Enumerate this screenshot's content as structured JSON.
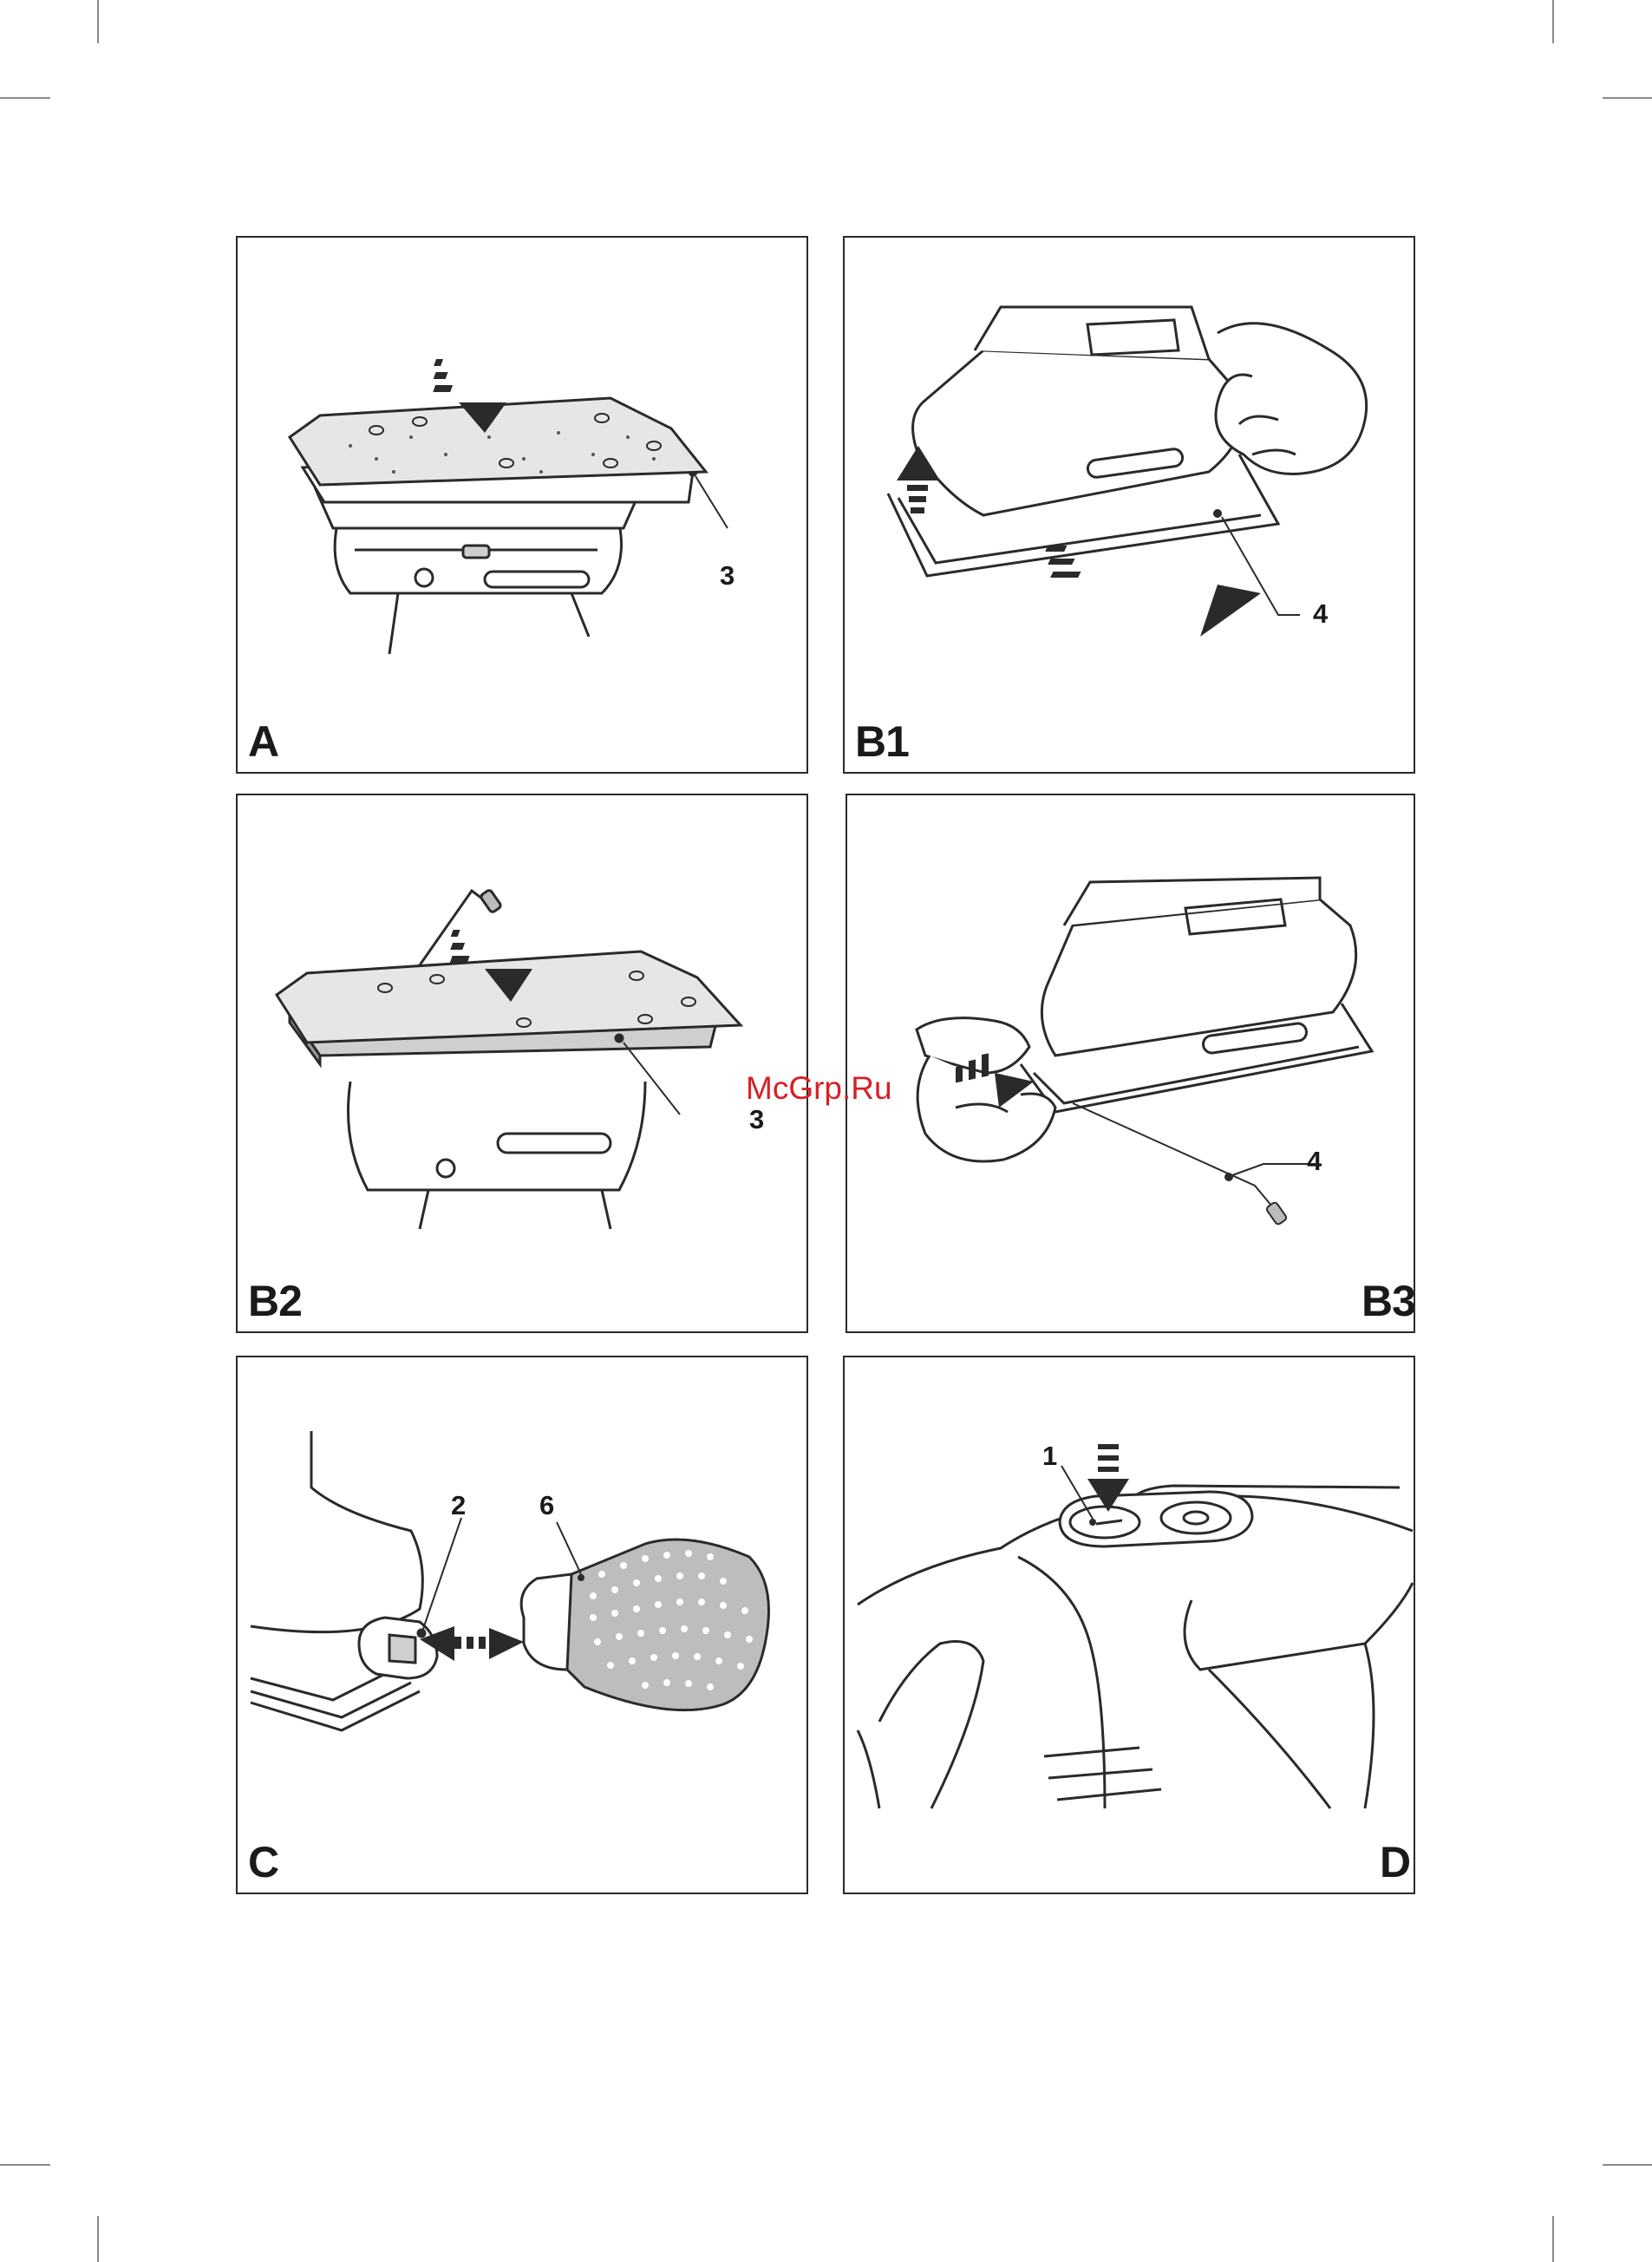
{
  "page": {
    "watermark": "McGrp.Ru",
    "line_color": "#2a2a2a",
    "watermark_color": "#d81f26"
  },
  "figures": [
    {
      "label": "A",
      "callouts": [
        "3"
      ]
    },
    {
      "label": "B1",
      "callouts": [
        "4"
      ]
    },
    {
      "label": "B2",
      "callouts": [
        "3"
      ]
    },
    {
      "label": "B3",
      "callouts": [
        "4"
      ]
    },
    {
      "label": "C",
      "callouts": [
        "2",
        "6"
      ]
    },
    {
      "label": "D",
      "callouts": [
        "1"
      ]
    }
  ],
  "icons": [
    "arrow-down-icon",
    "arrow-up-icon",
    "arrow-right-icon",
    "sanding-sheet-icon",
    "clamp-lever-icon",
    "dust-bag-icon",
    "on-off-switch-icon",
    "hand-icon"
  ]
}
